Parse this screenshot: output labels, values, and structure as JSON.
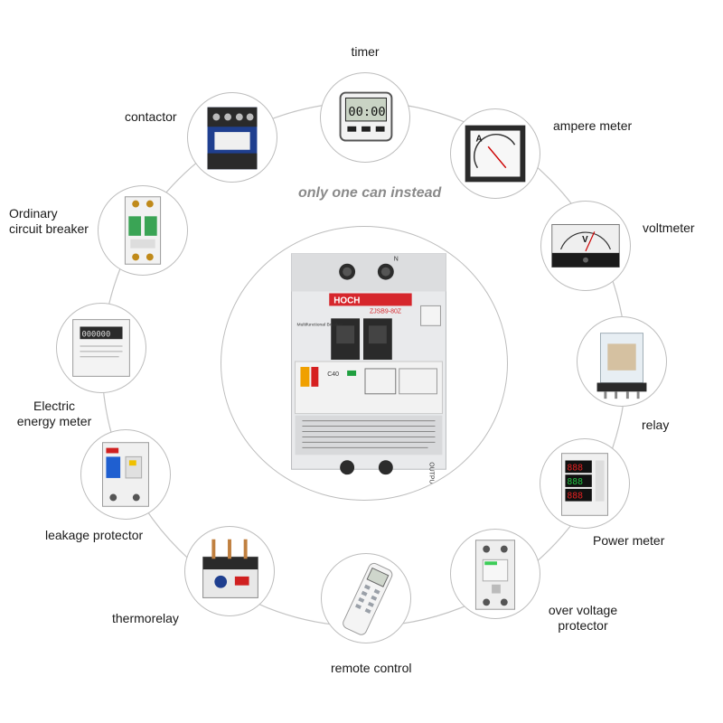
{
  "tagline": "only one can instead",
  "center_product": {
    "brand": "HOCH",
    "model": "ZJSB9-80Z",
    "terminal_top": "N",
    "terminal_bottom": "OUTPUT",
    "panel_title": "Multifunctional Breaker",
    "rating": "C40"
  },
  "devices": [
    {
      "key": "timer",
      "label": "timer"
    },
    {
      "key": "ampere_meter",
      "label": "ampere meter"
    },
    {
      "key": "voltmeter",
      "label": "voltmeter"
    },
    {
      "key": "relay",
      "label": "relay"
    },
    {
      "key": "power_meter",
      "label": "Power meter"
    },
    {
      "key": "over_voltage_protector",
      "label": "over voltage\nprotector"
    },
    {
      "key": "remote_control",
      "label": "remote control"
    },
    {
      "key": "thermorelay",
      "label": "thermorelay"
    },
    {
      "key": "leakage_protector",
      "label": "leakage protector"
    },
    {
      "key": "energy_meter",
      "label": "Electric\nenergy meter"
    },
    {
      "key": "circuit_breaker",
      "label": "Ordinary\ncircuit breaker"
    },
    {
      "key": "contactor",
      "label": "contactor"
    }
  ],
  "colors": {
    "ring": "#bdbdbd",
    "brand_red": "#d6262c",
    "contactor_blue": "#1f3f8f",
    "breaker_green": "#3aa455",
    "led_red": "#e02020",
    "led_green": "#20c040",
    "schneider_green": "#3dcd58"
  }
}
